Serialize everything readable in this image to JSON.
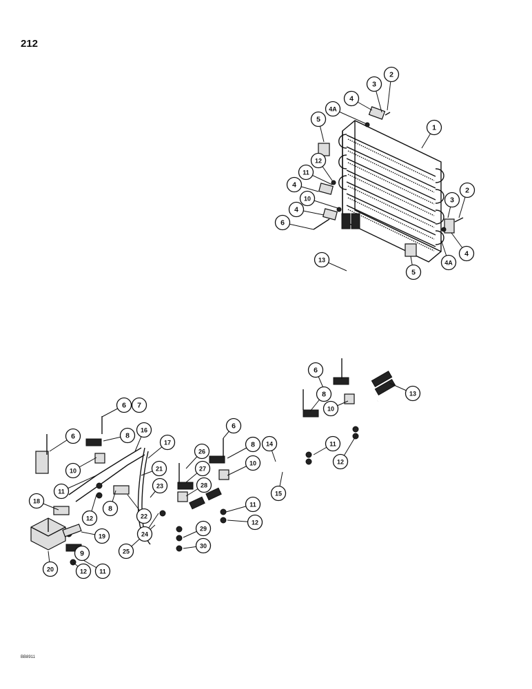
{
  "page": {
    "page_number": "212",
    "figure_id": "BB8911"
  },
  "callouts": [
    {
      "label": "1"
    },
    {
      "label": "2"
    },
    {
      "label": "3"
    },
    {
      "label": "4"
    },
    {
      "label": "4A"
    },
    {
      "label": "5"
    },
    {
      "label": "12"
    },
    {
      "label": "11"
    },
    {
      "label": "4"
    },
    {
      "label": "10"
    },
    {
      "label": "4"
    },
    {
      "label": "6"
    },
    {
      "label": "2"
    },
    {
      "label": "3"
    },
    {
      "label": "4"
    },
    {
      "label": "4A"
    },
    {
      "label": "5"
    },
    {
      "label": "13"
    },
    {
      "label": "13"
    },
    {
      "label": "6"
    },
    {
      "label": "8"
    },
    {
      "label": "10"
    },
    {
      "label": "11"
    },
    {
      "label": "12"
    },
    {
      "label": "6"
    },
    {
      "label": "7"
    },
    {
      "label": "16"
    },
    {
      "label": "6"
    },
    {
      "label": "8"
    },
    {
      "label": "17"
    },
    {
      "label": "10"
    },
    {
      "label": "21"
    },
    {
      "label": "11"
    },
    {
      "label": "8"
    },
    {
      "label": "23"
    },
    {
      "label": "18"
    },
    {
      "label": "12"
    },
    {
      "label": "22"
    },
    {
      "label": "19"
    },
    {
      "label": "24"
    },
    {
      "label": "9"
    },
    {
      "label": "25"
    },
    {
      "label": "20"
    },
    {
      "label": "12"
    },
    {
      "label": "11"
    },
    {
      "label": "26"
    },
    {
      "label": "27"
    },
    {
      "label": "28"
    },
    {
      "label": "6"
    },
    {
      "label": "8"
    },
    {
      "label": "10"
    },
    {
      "label": "14"
    },
    {
      "label": "15"
    },
    {
      "label": "11"
    },
    {
      "label": "12"
    },
    {
      "label": "29"
    },
    {
      "label": "30"
    }
  ]
}
